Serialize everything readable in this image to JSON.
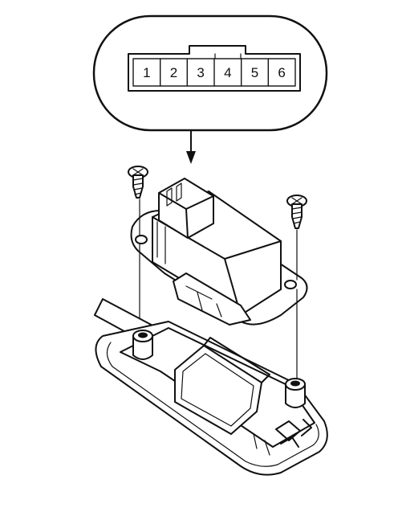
{
  "connector": {
    "pins": [
      "1",
      "2",
      "3",
      "4",
      "5",
      "6"
    ]
  },
  "colors": {
    "ink": "#111111",
    "background": "#ffffff"
  }
}
